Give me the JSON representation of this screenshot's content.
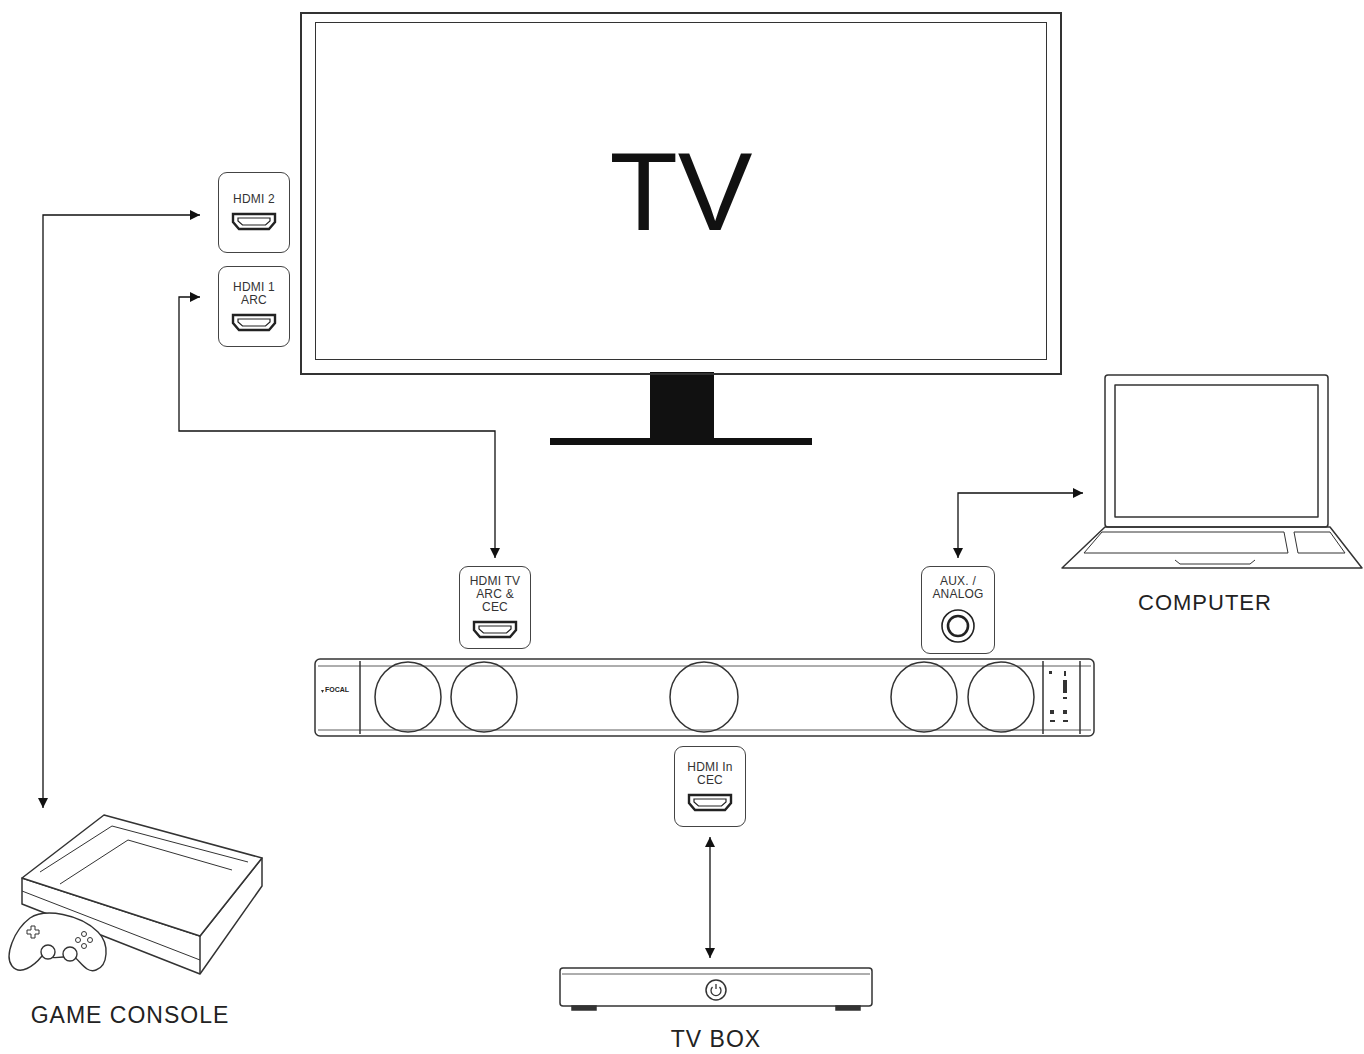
{
  "diagram": {
    "nodes": [
      {
        "text": [
          "TV"
        ]
      },
      {
        "text": [
          "HDMI 2"
        ]
      },
      {
        "text": [
          "HDMI 1 ARC"
        ]
      },
      {
        "text": [
          "HDMI TV ARC & CEC"
        ]
      },
      {
        "text": [
          "AUX. / ANALOG"
        ]
      },
      {
        "text": [
          "COMPUTER"
        ]
      },
      {
        "text": [
          "HDMI In CEC"
        ]
      },
      {
        "text": [
          "GAME CONSOLE"
        ]
      },
      {
        "text": [
          "TV BOX"
        ]
      }
    ],
    "edges": [
      {
        "from": 7,
        "to": 1,
        "arrow": "both"
      },
      {
        "from": 2,
        "to": 3,
        "arrow": "both"
      },
      {
        "from": 4,
        "to": 5,
        "arrow": "both"
      },
      {
        "from": 6,
        "to": 8,
        "arrow": "both"
      }
    ],
    "labels": [
      "FOCAL"
    ]
  }
}
